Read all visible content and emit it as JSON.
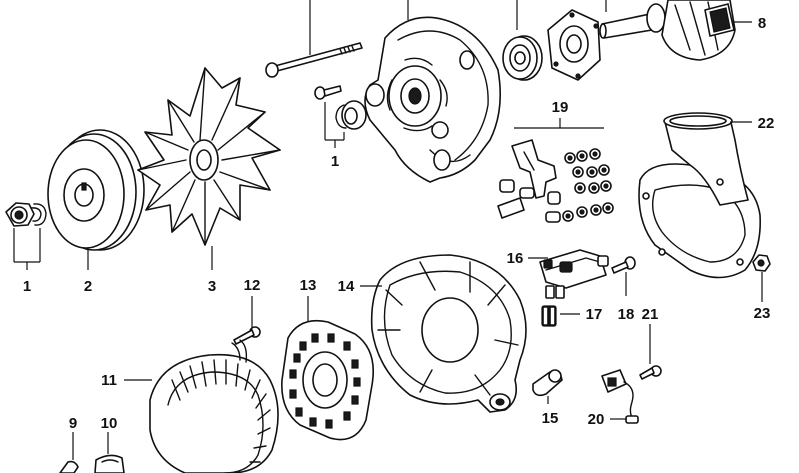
{
  "diagram": {
    "background": "#ffffff",
    "ink": "#111111",
    "parts": [
      {
        "id": "p1a",
        "label": "1"
      },
      {
        "id": "p1b",
        "label": "1"
      },
      {
        "id": "p2",
        "label": "2"
      },
      {
        "id": "p3",
        "label": "3"
      },
      {
        "id": "p8",
        "label": "8"
      },
      {
        "id": "p9",
        "label": "9"
      },
      {
        "id": "p10",
        "label": "10"
      },
      {
        "id": "p11",
        "label": "11"
      },
      {
        "id": "p12",
        "label": "12"
      },
      {
        "id": "p13",
        "label": "13"
      },
      {
        "id": "p14",
        "label": "14"
      },
      {
        "id": "p15",
        "label": "15"
      },
      {
        "id": "p16",
        "label": "16"
      },
      {
        "id": "p17",
        "label": "17"
      },
      {
        "id": "p18",
        "label": "18"
      },
      {
        "id": "p19",
        "label": "19"
      },
      {
        "id": "p20",
        "label": "20"
      },
      {
        "id": "p21",
        "label": "21"
      },
      {
        "id": "p22",
        "label": "22"
      },
      {
        "id": "p23",
        "label": "23"
      }
    ]
  }
}
